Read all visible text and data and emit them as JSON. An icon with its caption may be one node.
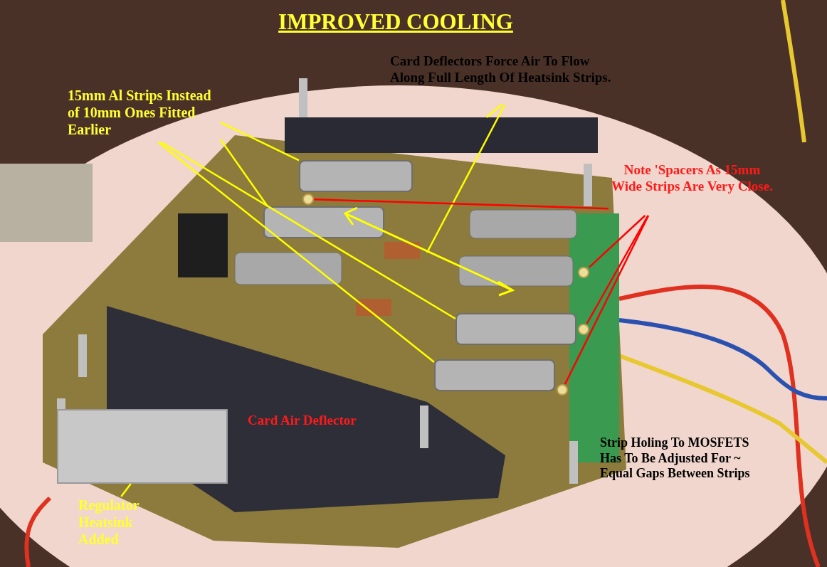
{
  "diagram": {
    "title": "IMPROVED COOLING",
    "nodes": [
      {
        "text": [
          "15mm Al Strips Instead of 10mm Ones Fitted Earlier"
        ]
      },
      {
        "text": [
          "Card Deflectors Force Air To Flow Along Full Length Of Heatsink Strips."
        ]
      },
      {
        "text": [
          "Note 'Spacers As 15mm Wide Strips Are Very Close."
        ]
      },
      {
        "text": [
          "Regulator Heatsink Added"
        ]
      },
      {
        "text": [],
        "shape": "bar"
      },
      {
        "text": [],
        "shape": "bar"
      },
      {
        "text": [],
        "shape": "bar"
      },
      {
        "text": [],
        "shape": "bar"
      },
      {
        "text": [],
        "shape": "box"
      },
      {
        "text": [],
        "shape": "circle"
      },
      {
        "text": [],
        "shape": "circle"
      },
      {
        "text": [],
        "shape": "circle"
      },
      {
        "text": [],
        "shape": "circle"
      },
      {
        "text": [],
        "shape": "box"
      }
    ],
    "edges": [
      {
        "from": 0,
        "to": 4,
        "arrow": "none"
      },
      {
        "from": 0,
        "to": 5,
        "arrow": "none"
      },
      {
        "from": 0,
        "to": 6,
        "arrow": "none"
      },
      {
        "from": 0,
        "to": 7,
        "arrow": "none"
      },
      {
        "from": 1,
        "to": 8,
        "arrow": "none"
      },
      {
        "from": 1,
        "to": null,
        "arrow": "none"
      },
      {
        "from": 2,
        "to": 9,
        "arrow": "none",
        "color": "#ff0000"
      },
      {
        "from": 2,
        "to": 10,
        "arrow": "none",
        "color": "#ff0000"
      },
      {
        "from": 2,
        "to": 11,
        "arrow": "none",
        "color": "#ff0000"
      },
      {
        "from": 2,
        "to": 12,
        "arrow": "none",
        "color": "#ff0000"
      },
      {
        "from": 3,
        "to": 13,
        "arrow": "none"
      }
    ],
    "labels": [
      "Card Air Deflector",
      "Strip Holing To MOSFETS Has To Be Adjusted For ~ Equal Gaps Between Strips"
    ]
  }
}
